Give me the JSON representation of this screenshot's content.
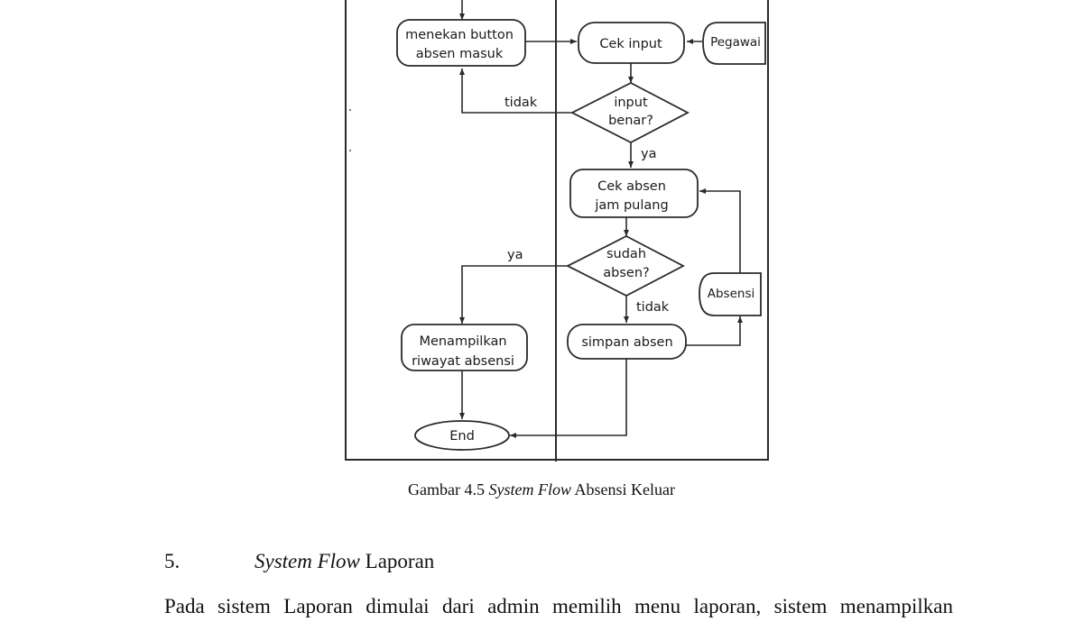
{
  "diagram": {
    "nodes": {
      "menekan_button": [
        "menekan button",
        "absen masuk"
      ],
      "cek_input": [
        "Cek input"
      ],
      "pegawai": [
        "Pegawai"
      ],
      "input_benar": [
        "input",
        "benar?"
      ],
      "cek_absen": [
        "Cek absen",
        "jam pulang"
      ],
      "sudah_absen": [
        "sudah",
        "absen?"
      ],
      "absensi": [
        "Absensi"
      ],
      "menampilkan": [
        "Menampilkan",
        "riwayat absensi"
      ],
      "simpan_absen": [
        "simpan absen"
      ],
      "end": [
        "End"
      ]
    },
    "edge_labels": {
      "input_no": "tidak",
      "input_yes": "ya",
      "absen_yes": "ya",
      "absen_no": "tidak"
    }
  },
  "caption": {
    "prefix": "Gambar 4.5 ",
    "italic": "System Flow",
    "suffix": " Absensi Keluar"
  },
  "section": {
    "number": "5.",
    "italic": "System Flow",
    "title": " Laporan"
  },
  "paragraph": "Pada sistem Laporan dimulai dari admin memilih menu laporan, sistem menampilkan"
}
